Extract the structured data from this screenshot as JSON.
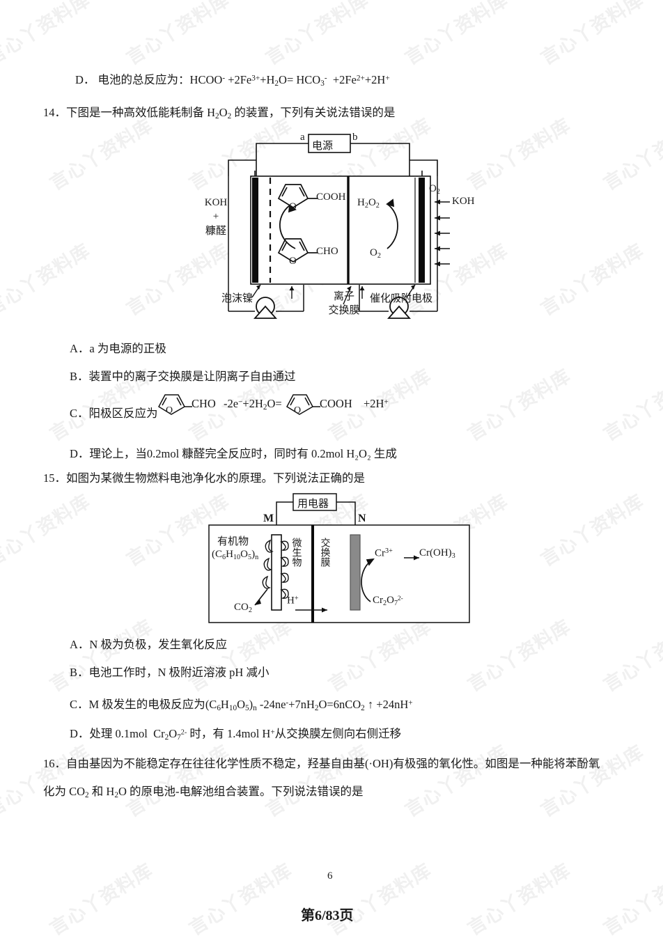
{
  "watermark": {
    "text": "言心丫资料库"
  },
  "q13": {
    "option_d": "D．电池的总反应为：HCOO⁻ +2Fe³⁺+H₂O= HCO₃⁻ +2Fe²⁺+2H⁺",
    "option_d_label": "D．",
    "option_d_text": "电池的总反应为："
  },
  "q14": {
    "number": "14．",
    "stem_a": "下图是一种高效低能耗制备 H",
    "stem_sub": "2",
    "stem_b": "O",
    "stem_sub2": "2",
    "stem_c": " 的装置，下列有关说法错误的是",
    "diagram": {
      "power_source": "电源",
      "terminal_a": "a",
      "terminal_b": "b",
      "left_feed": [
        "KOH",
        "+",
        "糠醛"
      ],
      "left_electrode_label": "泡沫镍",
      "membrane_label": [
        "离子",
        "交换膜"
      ],
      "right_electrode_label": "催化吸附电极",
      "product_cooh": "COOH",
      "product_cho": "CHO",
      "ring_o": "O",
      "h2o2": "H₂O₂",
      "o2_mid": "O₂",
      "o2_top": "O₂",
      "right_feed": "KOH"
    },
    "options": [
      {
        "label": "A．",
        "text": "a 为电源的正极"
      },
      {
        "label": "B．",
        "text": "装置中的离子交换膜是让阴离子自由通过"
      },
      {
        "label": "C．",
        "text": "阳极区反应为",
        "eq_parts": [
          "-2e⁻ +2H₂O=",
          "+2H⁺"
        ],
        "left_group": "CHO",
        "right_group": "COOH"
      },
      {
        "label": "D．",
        "text": "理论上，当0.2mol 糠醛完全反应时，同时有 0.2mol  H₂O₂ 生成"
      }
    ]
  },
  "q15": {
    "number": "15．",
    "stem": "如图为某微生物燃料电池净化水的原理。下列说法正确的是",
    "diagram": {
      "load": "用电器",
      "electrode_m": "M",
      "electrode_n": "N",
      "organic_line1": "有机物",
      "organic_line2": "(C₆H₁₀O₅)n",
      "microbe": "微生物",
      "co2": "CO₂",
      "h_plus": "H⁺",
      "membrane": "交换膜",
      "cr3": "Cr³⁺",
      "croh3": "Cr(OH)₃",
      "cr2o7": "Cr₂O₇²⁻"
    },
    "options": [
      {
        "label": "A．",
        "text": "N 极为负极，发生氧化反应"
      },
      {
        "label": "B．",
        "text": "电池工作时，N 极附近溶液 pH 减小"
      },
      {
        "label": "C．",
        "text": "M 极发生的电极反应为(C₆H₁₀O₅)ₙ -24ne⁻+7nH₂O=6nCO₂ ↑ +24nH⁺"
      },
      {
        "label": "D．",
        "text": "处理 0.1mol  Cr₂O₇²⁻ 时，有 1.4mol H⁺从交换膜左侧向右侧迁移"
      }
    ]
  },
  "q16": {
    "number": "16．",
    "line1": "自由基因为不能稳定存在往往化学性质不稳定，羟基自由基(·OH)有极强的氧化性。如图是一种能将苯酚氧",
    "line2": "化为 CO₂ 和 H₂O 的原电池-电解池组合装置。下列说法错误的是"
  },
  "footer": {
    "page_number": "6",
    "page_of": "第6/83页"
  }
}
